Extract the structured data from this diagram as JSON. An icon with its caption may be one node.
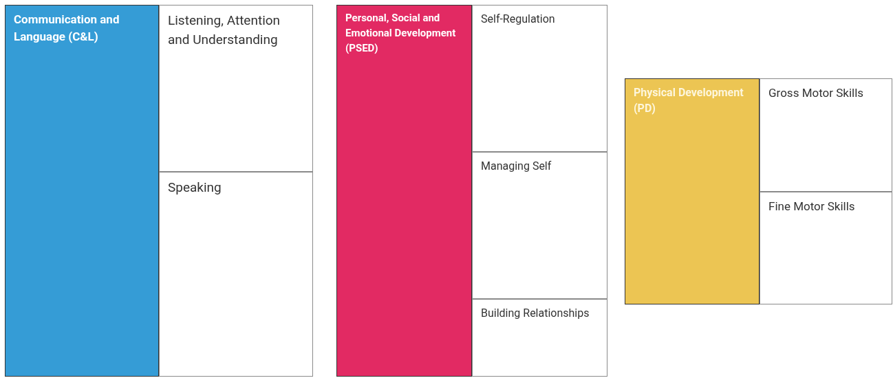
{
  "diagram": {
    "nodes": [
      {
        "text": [
          "Communication and Language (C&L)"
        ]
      },
      {
        "text": [
          "Listening, Attention and Understanding"
        ]
      },
      {
        "text": [
          "Speaking"
        ]
      },
      {
        "text": [
          "Personal, Social and Emotional Development (PSED)"
        ]
      },
      {
        "text": [
          "Self-Regulation"
        ]
      },
      {
        "text": [
          "Managing Self"
        ]
      },
      {
        "text": [
          "Building Relationships"
        ]
      },
      {
        "text": [
          "Physical Development (PD)"
        ]
      },
      {
        "text": [
          "Gross Motor Skills"
        ]
      },
      {
        "text": [
          "Fine Motor Skills"
        ]
      }
    ]
  }
}
